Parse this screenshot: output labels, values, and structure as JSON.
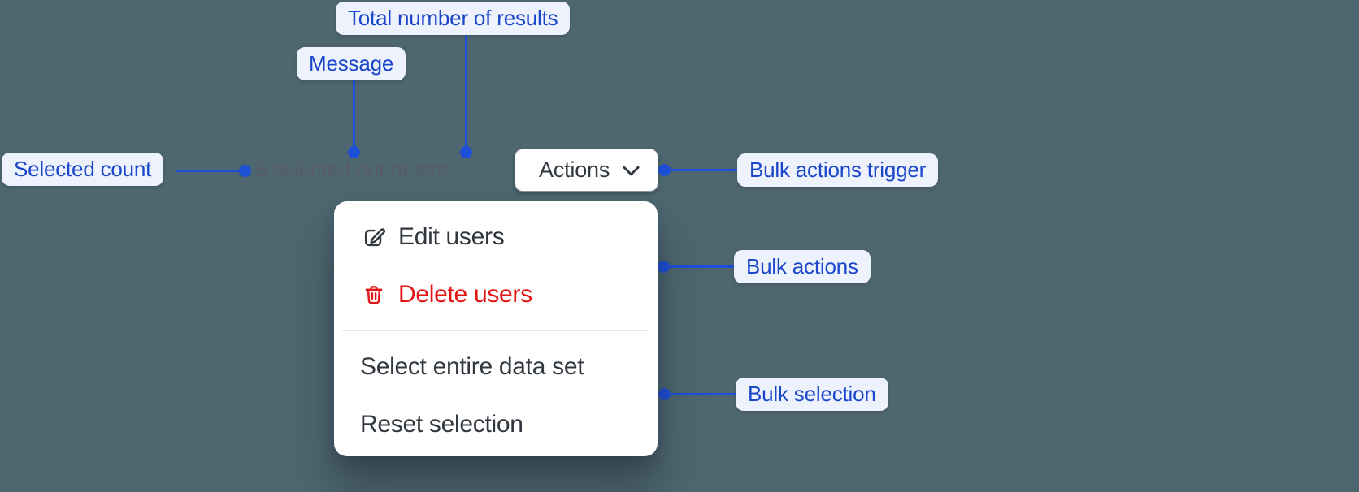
{
  "annotations": {
    "total_results": {
      "label": "Total number of results"
    },
    "message": {
      "label": "Message"
    },
    "selected_count": {
      "label": "Selected count"
    },
    "bulk_actions_trigger": {
      "label": "Bulk actions trigger"
    },
    "bulk_actions": {
      "label": "Bulk actions"
    },
    "bulk_selection": {
      "label": "Bulk selection"
    }
  },
  "toolbar": {
    "selection_message": "6 selected out of ###",
    "actions_button_label": "Actions",
    "actions_button_icon": "chevron-down-icon"
  },
  "menu": {
    "items": [
      {
        "label": "Edit users",
        "icon": "pencil-square-icon"
      },
      {
        "label": "Delete users",
        "icon": "trash-icon",
        "tone": "danger"
      },
      {
        "label": "Select entire data set"
      },
      {
        "label": "Reset selection"
      }
    ]
  },
  "colors": {
    "background": "#4d666f",
    "annotation_text": "#1a46ca",
    "annotation_badge_bg": "#edf2fd",
    "connector": "#1d4fd7",
    "menu_text": "#32383f",
    "danger": "#e31414",
    "muted_text": "#585d64"
  }
}
